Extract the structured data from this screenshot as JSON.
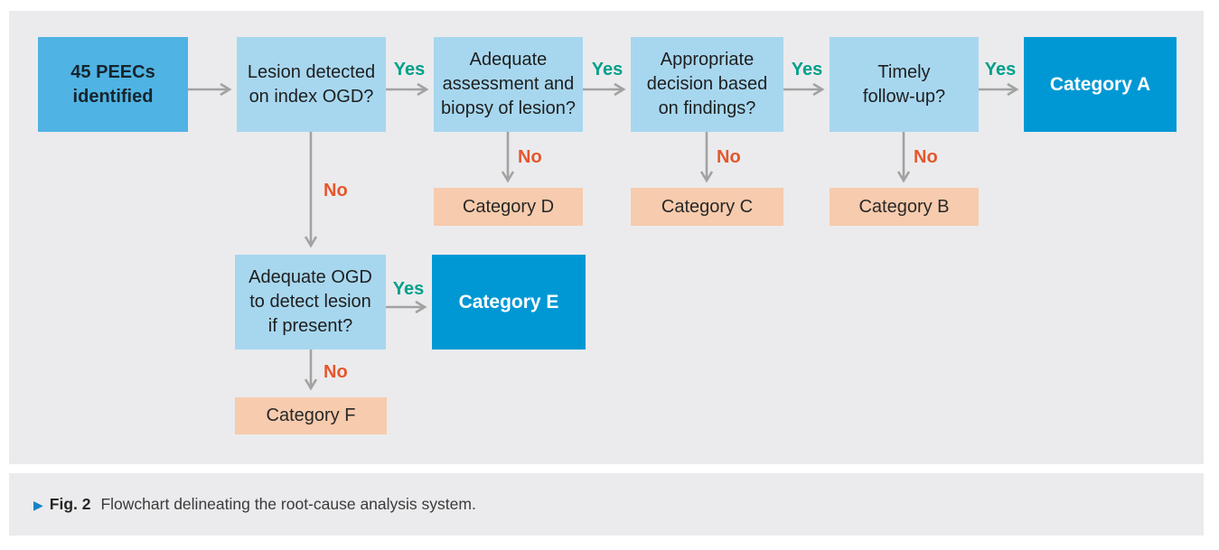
{
  "figure": {
    "caption": {
      "marker": "▶",
      "label": "Fig. 2",
      "text": "Flowchart delineating the root-cause analysis system."
    },
    "nodes": {
      "start": "45 PEECs\nidentified",
      "lesion": "Lesion detected\non index OGD?",
      "assessment": "Adequate\nassessment and\nbiopsy of lesion?",
      "decision": "Appropriate\ndecision based\non findings?",
      "followup": "Timely\nfollow-up?",
      "ogd": "Adequate OGD\nto detect lesion\nif present?",
      "catA": "Category A",
      "catB": "Category B",
      "catC": "Category C",
      "catD": "Category D",
      "catE": "Category E",
      "catF": "Category F"
    },
    "edges": [
      {
        "from": "start",
        "to": "lesion",
        "label": ""
      },
      {
        "from": "lesion",
        "to": "assessment",
        "label": "Yes"
      },
      {
        "from": "assessment",
        "to": "decision",
        "label": "Yes"
      },
      {
        "from": "decision",
        "to": "followup",
        "label": "Yes"
      },
      {
        "from": "followup",
        "to": "catA",
        "label": "Yes"
      },
      {
        "from": "lesion",
        "to": "ogd",
        "label": "No"
      },
      {
        "from": "assessment",
        "to": "catD",
        "label": "No"
      },
      {
        "from": "decision",
        "to": "catC",
        "label": "No"
      },
      {
        "from": "followup",
        "to": "catB",
        "label": "No"
      },
      {
        "from": "ogd",
        "to": "catE",
        "label": "Yes"
      },
      {
        "from": "ogd",
        "to": "catF",
        "label": "No"
      }
    ],
    "colors": {
      "panel_bg": "#ebebed",
      "start_box": "#4fb3e3",
      "question_box": "#a7d7ef",
      "category_strong_box": "#0098d4",
      "category_soft_box": "#f7cbad",
      "yes_label": "#00a08a",
      "no_label": "#e4572d",
      "arrow": "#a2a2a2",
      "caption_marker": "#1583c5"
    }
  }
}
